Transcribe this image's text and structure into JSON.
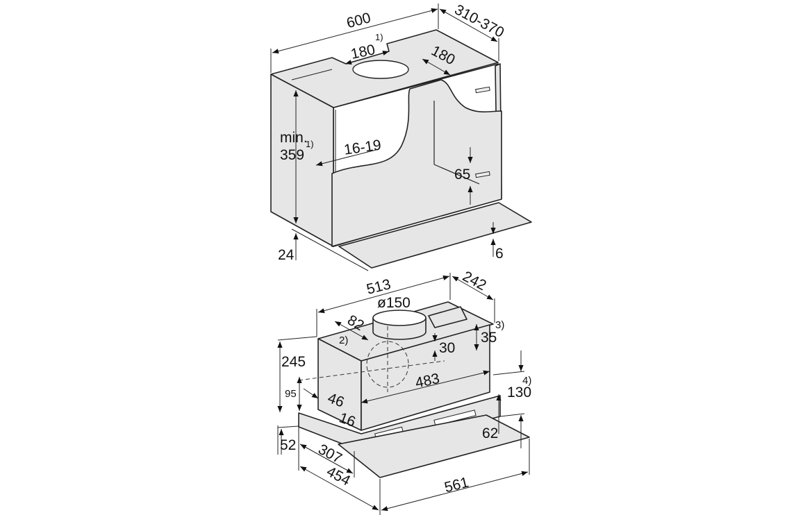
{
  "cabinet": {
    "width": "600",
    "depth": "310-370",
    "cutout_width": "180",
    "cutout_width_note": "1)",
    "cutout_depth": "180",
    "height_prefix": "min.",
    "height": "359",
    "height_note": "1)",
    "panel_thickness": "16-19",
    "bracket_height": "65",
    "bottom_offset": "24",
    "glass_thickness": "6"
  },
  "hood": {
    "width": "513",
    "depth": "242",
    "duct_diameter": "ø150",
    "duct_offset": "82",
    "note2": "2)",
    "top_offset": "30",
    "bracket_height": "35",
    "note3": "3)",
    "height": "245",
    "inner_width": "483",
    "lower_height": "95",
    "side_offset": "46",
    "front_offset": "16",
    "base_height": "130",
    "note4": "4)",
    "front_height": "62",
    "bottom_height": "52",
    "depth_inner": "307",
    "depth_total": "454",
    "glass_width": "561"
  }
}
